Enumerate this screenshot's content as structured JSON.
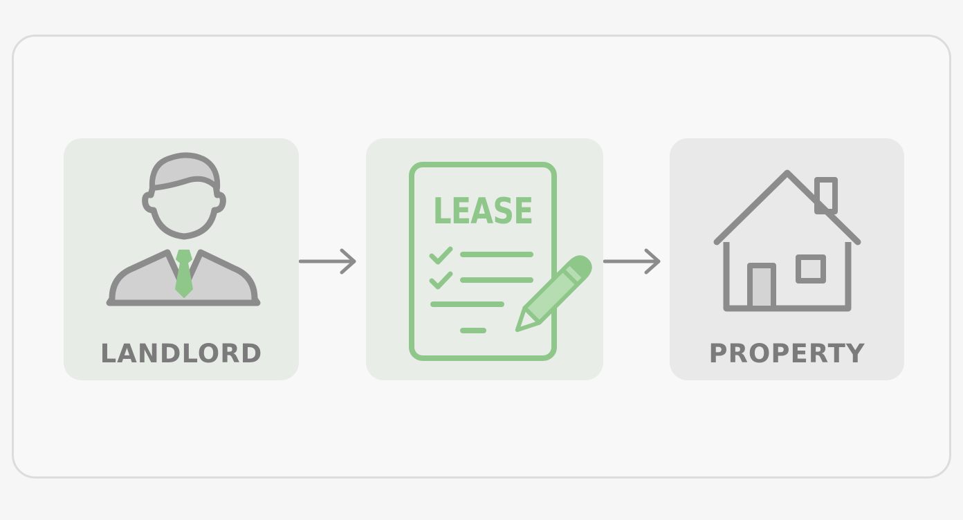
{
  "diagram": {
    "nodes": [
      {
        "id": "landlord",
        "label": "LANDLORD",
        "icon": "person-with-tie-icon"
      },
      {
        "id": "lease",
        "label": "LEASE",
        "icon": "lease-document-with-pencil-icon"
      },
      {
        "id": "property",
        "label": "PROPERTY",
        "icon": "house-icon"
      }
    ],
    "edges": [
      {
        "from": "landlord",
        "to": "lease"
      },
      {
        "from": "lease",
        "to": "property"
      }
    ]
  },
  "colors": {
    "accent_green": "#8fc68a",
    "icon_gray": "#8c8c8c",
    "label_gray": "#7b7b7b"
  }
}
